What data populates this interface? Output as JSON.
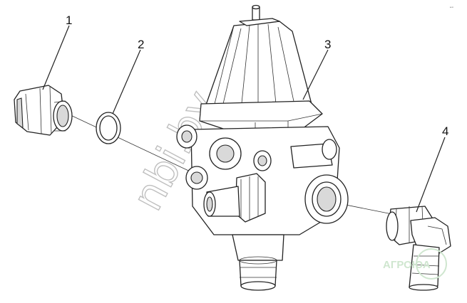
{
  "callouts": [
    {
      "id": "1",
      "label": "1"
    },
    {
      "id": "2",
      "label": "2"
    },
    {
      "id": "3",
      "label": "3"
    },
    {
      "id": "4",
      "label": "4"
    }
  ],
  "corner_mark": "ᵃ ᵐ",
  "watermark_text": "nbi.by",
  "logo_text": "АГРОЮА",
  "colors": {
    "line": "#222222",
    "shade": "#d9d9d9",
    "watermark": "#bfbfbf",
    "logo": "#cfe6cf"
  }
}
